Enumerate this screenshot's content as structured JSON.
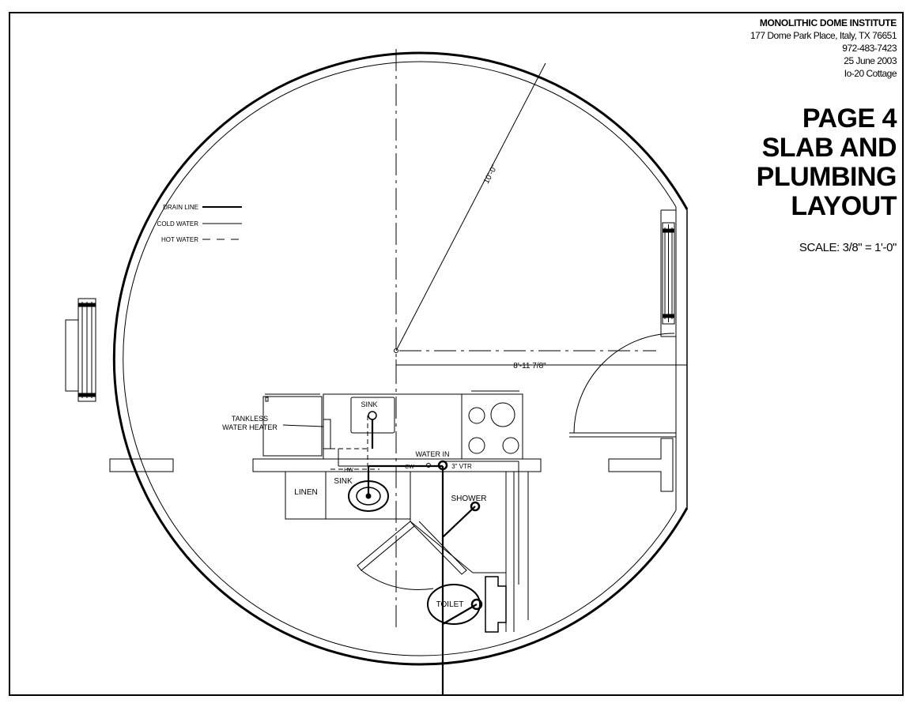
{
  "title_block": {
    "organization": "MONOLITHIC DOME INSTITUTE",
    "address": "177 Dome Park Place, Italy, TX 76651",
    "phone": "972-483-7423",
    "date": "25 June 2003",
    "project": "Io-20 Cottage",
    "page_title_lines": [
      "PAGE 4",
      "SLAB AND",
      "PLUMBING",
      "LAYOUT"
    ],
    "scale": "SCALE: 3/8\" = 1'-0\""
  },
  "legend": {
    "drain_line": "DRAIN LINE",
    "cold_water": "COLD WATER",
    "hot_water": "HOT WATER"
  },
  "dimensions": {
    "radius": "10'-0\"",
    "offset": "8'-11 7/8\""
  },
  "labels": {
    "kitchen_sink": "SINK",
    "tankless_line1": "TANKLESS",
    "tankless_line2": "WATER HEATER",
    "water_in": "WATER IN",
    "hot_water_tag": "HW",
    "cold_water_tag": "CW",
    "vent": "3\" VTR",
    "linen": "LINEN",
    "bath_sink": "SINK",
    "shower": "SHOWER",
    "toilet": "TOILET"
  }
}
